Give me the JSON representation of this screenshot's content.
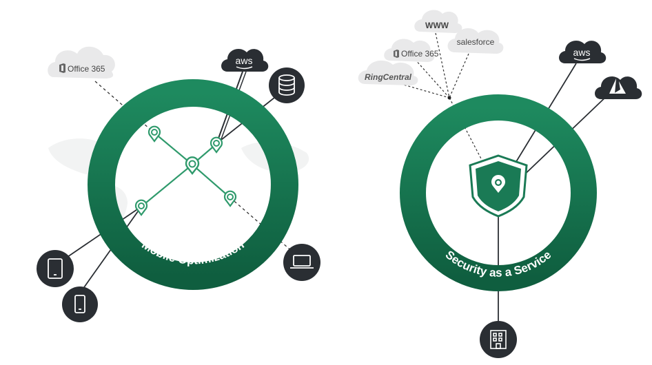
{
  "left": {
    "ring_label": "Mobile Optimization",
    "clouds": {
      "office365": "Office 365",
      "aws": "aws"
    }
  },
  "right": {
    "ring_label": "Security as a Service",
    "clouds": {
      "www": "WWW",
      "salesforce": "salesforce",
      "office365": "Office 365",
      "ringcentral": "RingCentral",
      "aws": "aws"
    }
  },
  "colors": {
    "ring_green": "#1a7a55",
    "ring_green_dark": "#0e5a3c",
    "accent_green": "#2f9a6c",
    "node_dark": "#2a2e33",
    "cloud_gray": "#e9e9ea"
  }
}
